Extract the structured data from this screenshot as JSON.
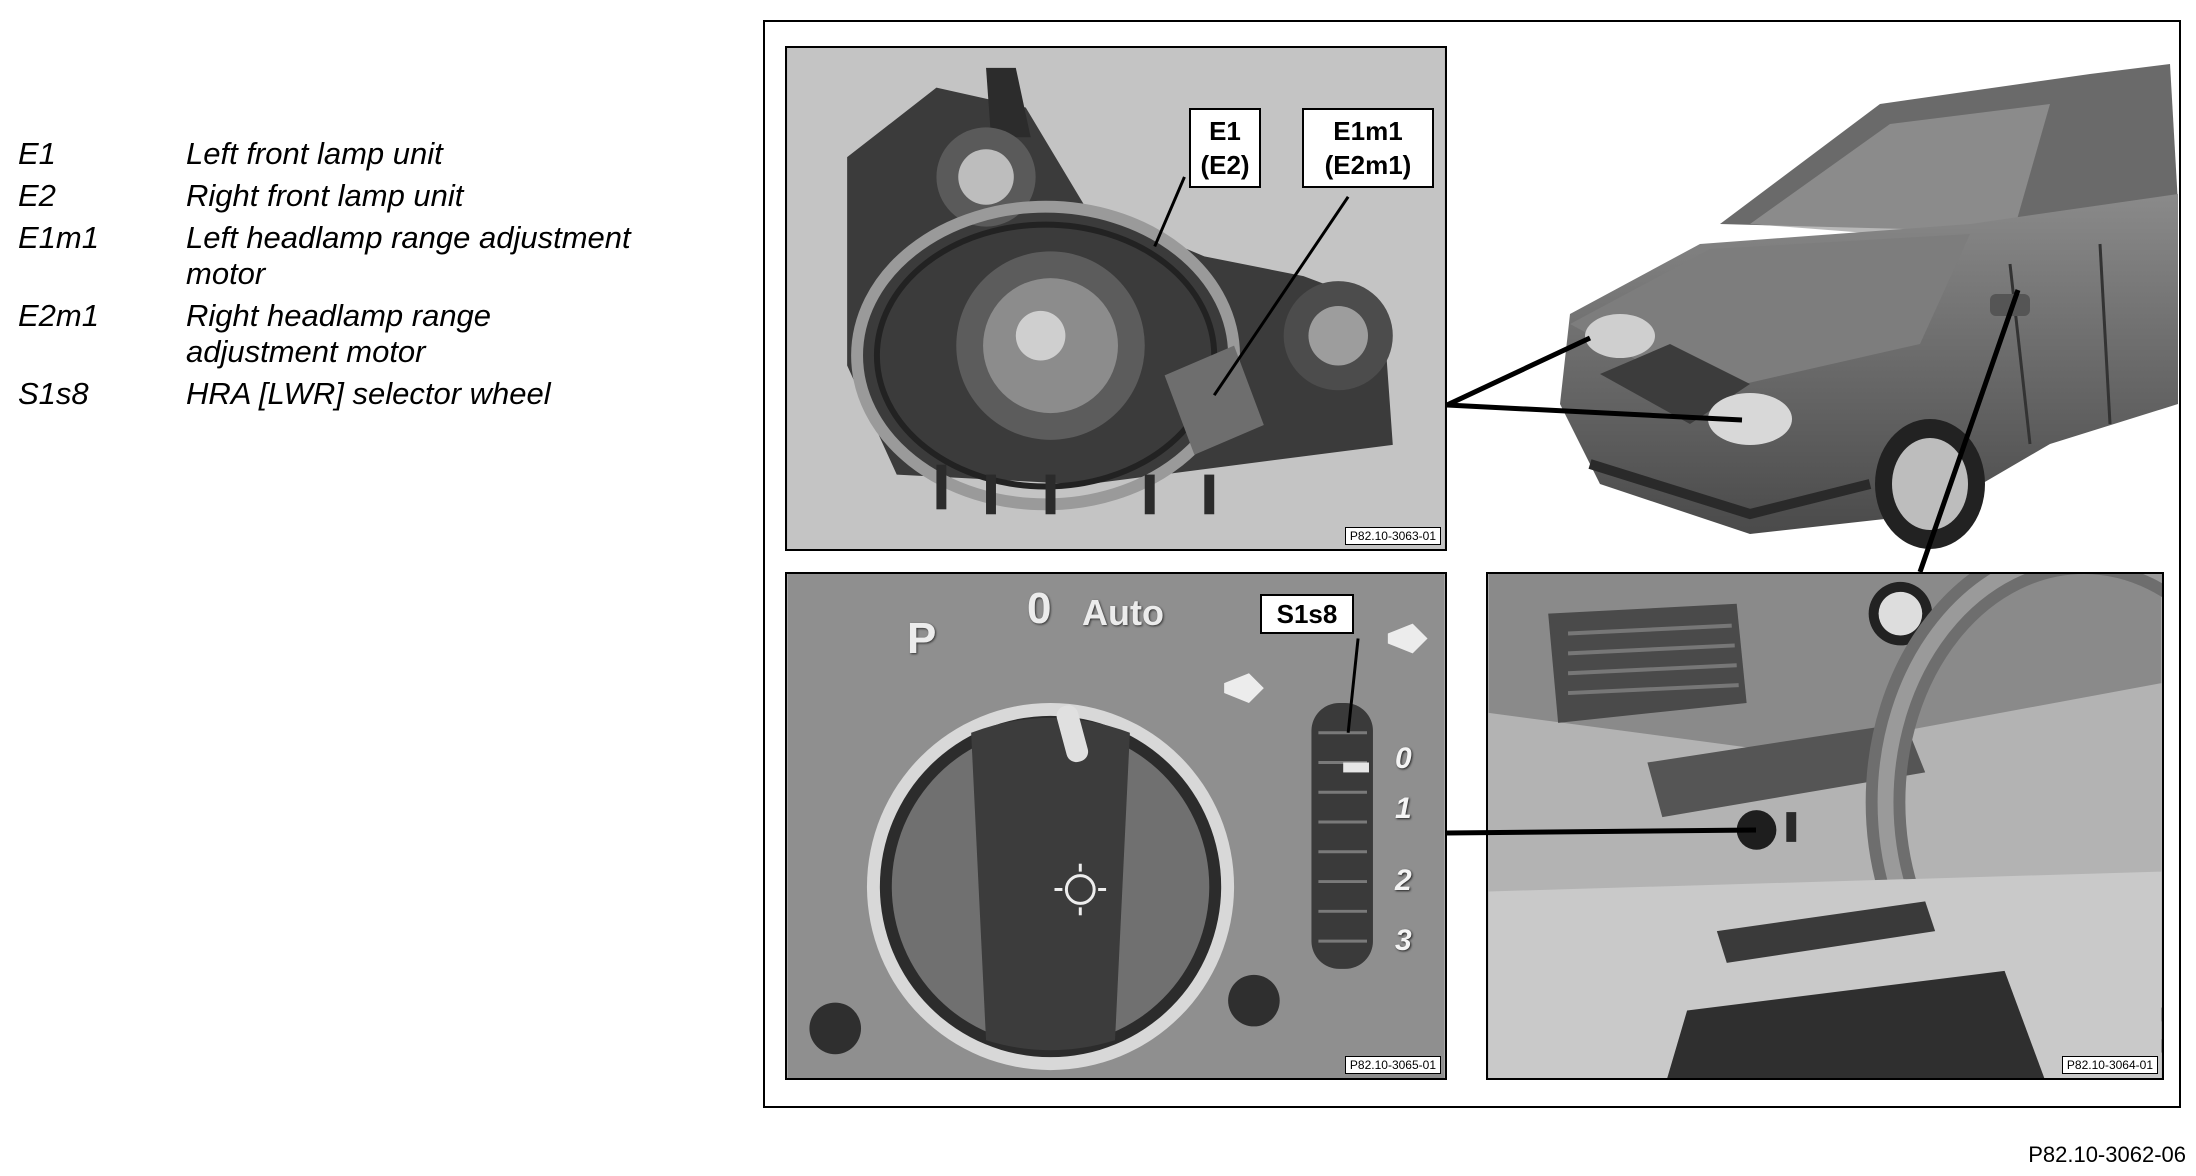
{
  "legend": [
    {
      "code": "E1",
      "description": "Left front lamp unit"
    },
    {
      "code": "E2",
      "description": "Right front lamp unit"
    },
    {
      "code": "E1m1",
      "description": "Left headlamp range adjustment motor"
    },
    {
      "code": "E2m1",
      "description": "Right headlamp range adjustment motor"
    },
    {
      "code": "S1s8",
      "description": "HRA [LWR] selector wheel"
    }
  ],
  "headlamp_panel": {
    "callout_e1": {
      "line1": "E1",
      "line2": "(E2)"
    },
    "callout_e1m1": {
      "line1": "E1m1",
      "line2": "(E2m1)"
    },
    "ref": "P82.10-3063-01"
  },
  "switch_panel": {
    "callout_s1s8": "S1s8",
    "label_p": "P",
    "label_0": "0",
    "label_auto": "Auto",
    "wheel_numbers": [
      "0",
      "1",
      "2",
      "3"
    ],
    "ref": "P82.10-3065-01"
  },
  "dash_panel": {
    "ref": "P82.10-3064-01"
  },
  "figure_ref": "P82.10-3062-06"
}
